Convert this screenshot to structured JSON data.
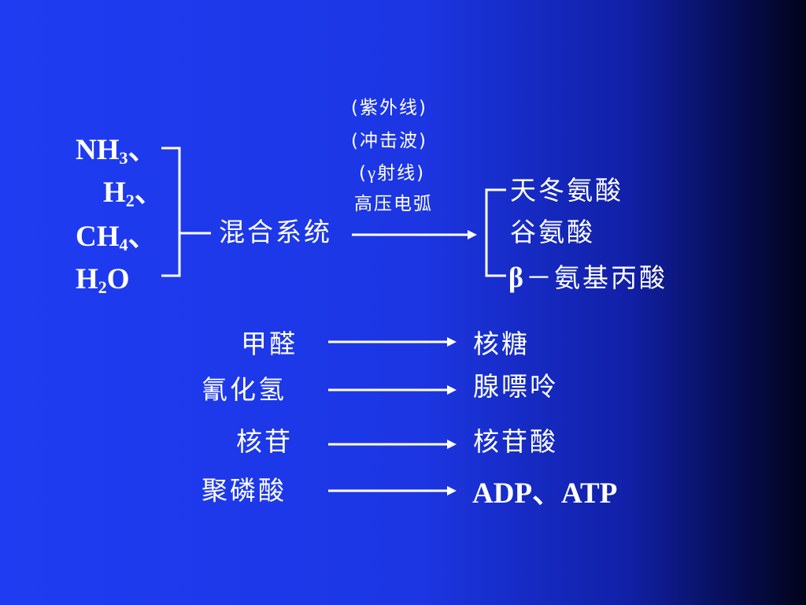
{
  "reactants": {
    "nh3": {
      "base": "NH",
      "sub": "3",
      "sep": "、"
    },
    "h2": {
      "base": "H",
      "sub": "2",
      "sep": "、"
    },
    "ch4": {
      "base": "CH",
      "sub": "4",
      "sep": "、"
    },
    "h2o": {
      "base": "H",
      "sub": "2",
      "tail": "O"
    }
  },
  "mixture_label": "混合系统",
  "energy_sources": {
    "uv": "(紫外线)",
    "shockwave": "(冲击波)",
    "gamma_open": "(",
    "gamma_symbol": "γ",
    "gamma_rest": "射线)",
    "arc": "高压电弧"
  },
  "products": {
    "aspartic": "天冬氨酸",
    "glutamic": "谷氨酸",
    "beta_symbol": "β",
    "beta_dash": "－",
    "beta_rest": "氨基丙酸"
  },
  "conversions": [
    {
      "from": "甲醛",
      "to": "核糖"
    },
    {
      "from": "氰化氢",
      "to": "腺嘌呤"
    },
    {
      "from": "核苷",
      "to": "核苷酸"
    },
    {
      "from": "聚磷酸",
      "to": "ADP、ATP"
    }
  ]
}
